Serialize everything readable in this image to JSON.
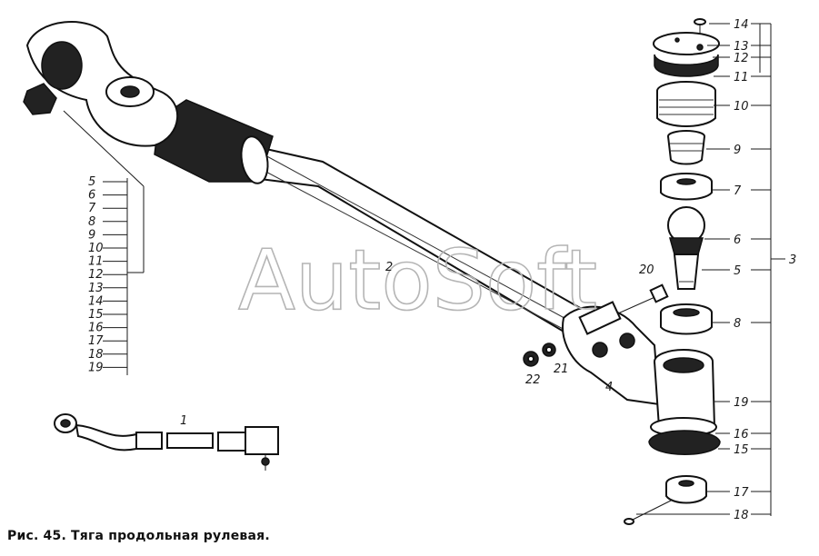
{
  "caption": "Рис. 45. Тяга продольная рулевая.",
  "watermark": "AutoSoft",
  "left_callouts": [
    "5",
    "6",
    "7",
    "8",
    "9",
    "10",
    "11",
    "12",
    "13",
    "14",
    "15",
    "16",
    "17",
    "18",
    "19"
  ],
  "right_callouts": [
    "14",
    "13",
    "12",
    "11",
    "10",
    "9",
    "7",
    "6",
    "5",
    "8",
    "19",
    "16",
    "15",
    "17",
    "18"
  ],
  "group_label": "3",
  "part_labels": {
    "assembly": "1",
    "rod": "2",
    "bolt": "20",
    "washer": "21",
    "nut": "22",
    "tip": "4"
  }
}
